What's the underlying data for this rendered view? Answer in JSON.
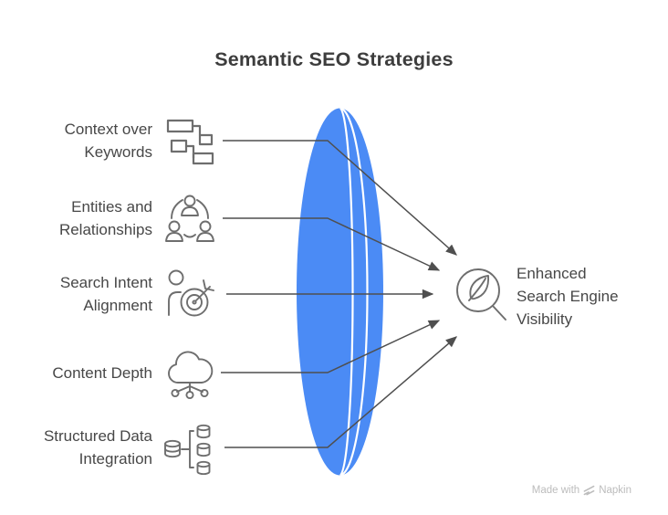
{
  "title": "Semantic SEO Strategies",
  "strategies": [
    {
      "line1": "Context over",
      "line2": "Keywords",
      "icon": "flowchart-icon"
    },
    {
      "line1": "Entities and",
      "line2": "Relationships",
      "icon": "people-network-icon"
    },
    {
      "line1": "Search Intent",
      "line2": "Alignment",
      "icon": "person-target-icon"
    },
    {
      "line1": "Content Depth",
      "line2": "",
      "icon": "cloud-nodes-icon"
    },
    {
      "line1": "Structured Data",
      "line2": "Integration",
      "icon": "database-integration-icon"
    }
  ],
  "outcome": {
    "line1": "Enhanced",
    "line2": "Search Engine",
    "line3": "Visibility",
    "icon": "magnifier-leaf-icon"
  },
  "watermark": {
    "prefix": "Made with",
    "brand": "Napkin"
  },
  "colors": {
    "lens_blue": "#4b8bf5",
    "line_gray": "#4f4f4f",
    "text_dark": "#3d3d3d",
    "label_gray": "#474747",
    "icon_gray": "#6e6e6e",
    "watermark_gray": "#bcbcbc",
    "background": "#ffffff"
  }
}
